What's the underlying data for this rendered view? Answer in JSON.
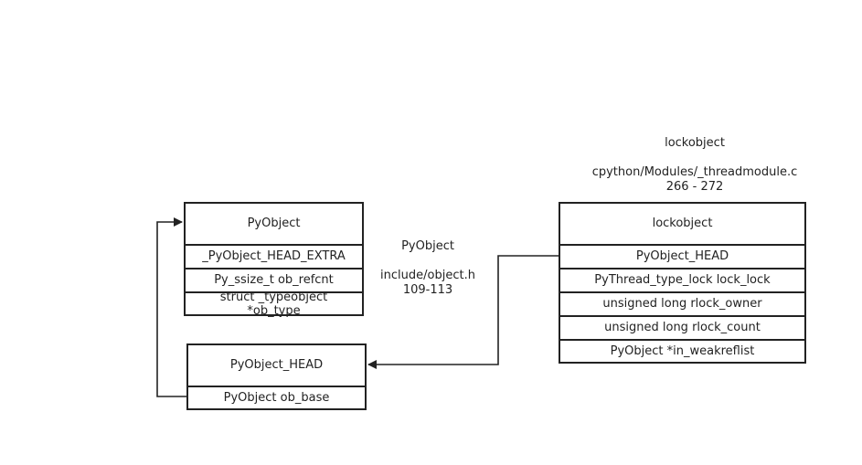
{
  "pyobject_struct": {
    "title": "PyObject",
    "fields": [
      "_PyObject_HEAD_EXTRA",
      "Py_ssize_t ob_refcnt",
      "struct _typeobject\n*ob_type"
    ]
  },
  "pyobject_head_struct": {
    "title": "PyObject_HEAD",
    "fields": [
      "PyObject ob_base"
    ]
  },
  "lockobject_struct": {
    "title": "lockobject",
    "fields": [
      "PyObject_HEAD",
      "PyThread_type_lock lock_lock",
      "unsigned long rlock_owner",
      "unsigned long rlock_count",
      "PyObject *in_weakreflist"
    ]
  },
  "pyobject_note": {
    "name": "PyObject",
    "file": "include/object.h",
    "lines": "109-113"
  },
  "lockobject_note": {
    "name": "lockobject",
    "file": "cpython/Modules/_threadmodule.c",
    "lines": "266 - 272"
  },
  "colors": {
    "line": "#222222",
    "background": "#ffffff"
  }
}
